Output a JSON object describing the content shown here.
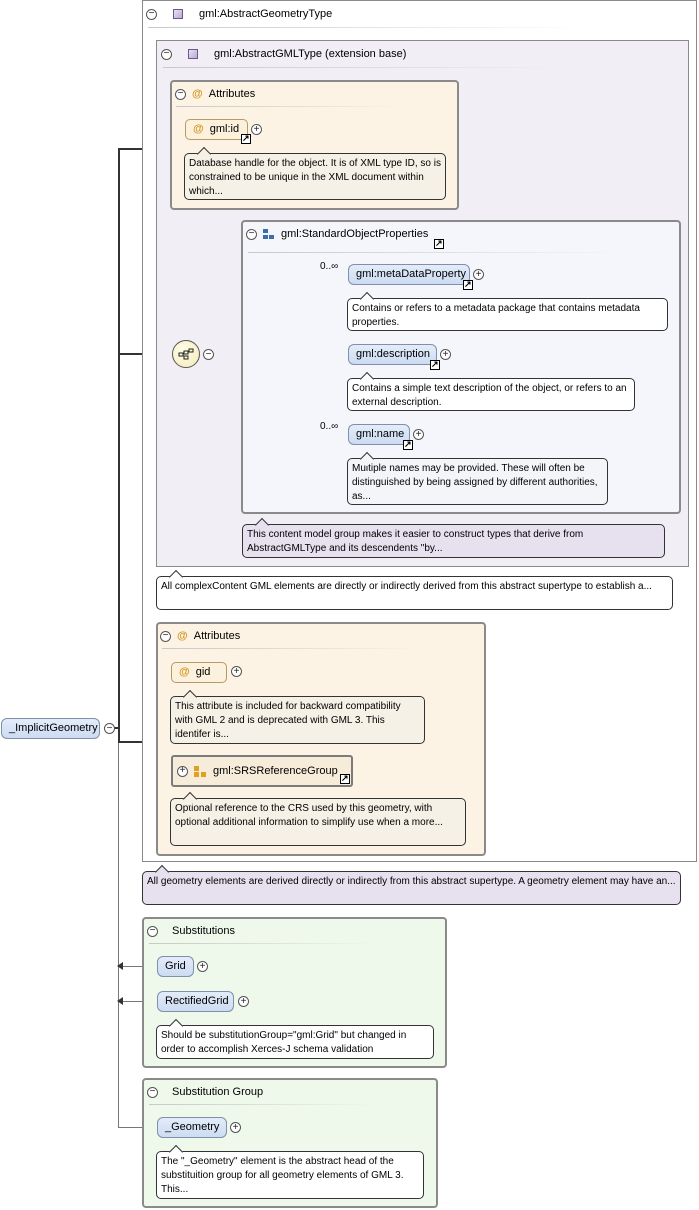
{
  "root_element": {
    "label": "_ImplicitGeometry"
  },
  "abstract_geometry_type": {
    "label": "gml:AbstractGeometryType",
    "documentation": "All geometry elements are derived directly or indirectly from this abstract supertype. A geometry element may have an..."
  },
  "abstract_gml_type": {
    "label": "gml:AbstractGMLType (extension base)",
    "documentation": "All complexContent GML elements are directly or indirectly derived from this abstract supertype to establish a..."
  },
  "gml_attributes": {
    "header": "Attributes",
    "at_symbol": "@",
    "id_attr": {
      "label": "gml:id",
      "documentation": "Database handle for the object. It is of XML type ID, so is constrained to be unique in the XML document within which..."
    }
  },
  "standard_object_properties": {
    "label": "gml:StandardObjectProperties",
    "documentation": "This content model group makes it easier to construct types that derive from AbstractGMLType and its descendents \"by...",
    "children": [
      {
        "label": "gml:metaDataProperty",
        "cardinality": "0..∞",
        "documentation": "Contains or refers to a metadata package that contains metadata properties."
      },
      {
        "label": "gml:description",
        "cardinality": "",
        "documentation": "Contains a simple text description of the object, or refers to an external description."
      },
      {
        "label": "gml:name",
        "cardinality": "0..∞",
        "documentation": "Multiple names may be provided. These will often be distinguished by being assigned by different authorities, as..."
      }
    ]
  },
  "geometry_attributes": {
    "header": "Attributes",
    "gid": {
      "label": "gid",
      "documentation": "This attribute is included for backward compatibility with GML 2 and is deprecated with GML 3. This identifer is..."
    },
    "srs_group": {
      "label": "gml:SRSReferenceGroup",
      "documentation": "Optional reference to the CRS used by this geometry, with optional additional information to simplify use when a more..."
    }
  },
  "substitutions": {
    "header": "Substitutions",
    "items": [
      {
        "label": "Grid",
        "documentation": ""
      },
      {
        "label": "RectifiedGrid",
        "documentation": "Should be substitutionGroup=\"gml:Grid\" but changed in order to accomplish Xerces-J schema validation"
      }
    ]
  },
  "substitution_group": {
    "header": "Substitution Group",
    "item": {
      "label": "_Geometry",
      "documentation": "The \"_Geometry\" element is the abstract head of the substituition group for all geometry elements of GML 3. This..."
    }
  },
  "symbols": {
    "expand": "+",
    "collapse": "−"
  },
  "colors": {
    "element_fill": "#ccdcf2",
    "attribute_fill": "#fcf1dc",
    "type_fill": "#f1eef6",
    "substitution_fill": "#eef9ec",
    "documentation_fill_purple": "#e6e0ef",
    "documentation_fill_beige": "#f6f1e7"
  }
}
